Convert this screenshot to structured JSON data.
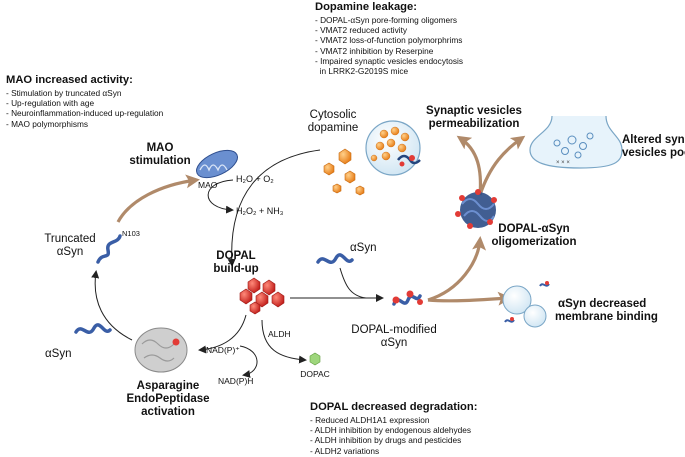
{
  "boxes": {
    "dopamine_leakage": {
      "title": "Dopamine leakage:",
      "items": [
        "- DOPAL-αSyn pore-forming oligomers",
        "- VMAT2 reduced activity",
        "- VMAT2 loss-of-function polymorphrims",
        "- VMAT2 inhibition by Reserpine",
        "- Impaired synaptic vesicles endocytosis",
        "  in LRRK2-G2019S mice"
      ]
    },
    "mao_increased": {
      "title": "MAO increased activity:",
      "items": [
        "- Stimulation by truncated αSyn",
        "- Up-regulation with age",
        "- Neuroinflammation-induced up-regulation",
        "- MAO polymorphisms"
      ]
    },
    "dopal_degradation": {
      "title": "DOPAL decreased degradation:",
      "items": [
        "- Reduced ALDH1A1 expression",
        "- ALDH inhibition by endogenous aldehydes",
        "- ALDH inhibition by drugs and pesticides",
        "- ALDH2 variations"
      ]
    }
  },
  "labels": {
    "cytosolic_1": "Cytosolic",
    "cytosolic_2": "dopamine",
    "permeab_1": "Synaptic vesicles",
    "permeab_2": "permeabilization",
    "altered_1": "Altered synaptic",
    "altered_2": "vesicles pools",
    "mao_stim_1": "MAO",
    "mao_stim_2": "stimulation",
    "mao": "MAO",
    "h2o_o2": "H₂O + O₂",
    "h2o2_nh3": "H₂O₂ + NH₃",
    "truncated_1": "Truncated",
    "truncated_2": "αSyn",
    "n103": "N103",
    "dopal_1": "DOPAL",
    "dopal_2": "build-up",
    "asyn_mid": "αSyn",
    "oligo_1": "DOPAL-αSyn",
    "oligo_2": "oligomerization",
    "decreased_1": "αSyn decreased",
    "decreased_2": "membrane binding",
    "modified_1": "DOPAL-modified",
    "modified_2": "αSyn",
    "asyn_left": "αSyn",
    "aldh": "ALDH",
    "nadp": "NAD(P)⁺",
    "nadph": "NAD(P)H",
    "dopac": "DOPAC",
    "aep_1": "Asparagine",
    "aep_2": "EndoPeptidase",
    "aep_3": "activation"
  },
  "colors": {
    "brown_arrow": "#b08a6a",
    "dopamine": "#f39a3a",
    "dopal": "#e23b36",
    "dopac": "#9ed67c",
    "asyn": "#3a5ea6",
    "mito": "#4a70b8"
  }
}
